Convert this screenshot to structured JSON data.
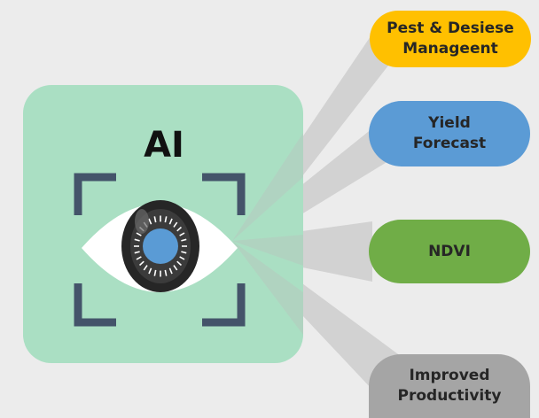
{
  "panel": {
    "title": "AI",
    "color": "#aadfc3"
  },
  "eye": {
    "icon": "eye-icon",
    "iris_color": "#5a9bd5"
  },
  "outputs": [
    {
      "label_line1": "Pest & Desiese",
      "label_line2": "Manageent",
      "color": "#ffc000"
    },
    {
      "label_line1": "Yield",
      "label_line2": "Forecast",
      "color": "#5b9bd5"
    },
    {
      "label_line1": "NDVI",
      "label_line2": "",
      "color": "#70ad47"
    },
    {
      "label_line1": "Improved",
      "label_line2": "Productivity",
      "color": "#a5a5a5"
    }
  ],
  "beam_color": "#bdbdbd",
  "bracket_color": "#44546a"
}
